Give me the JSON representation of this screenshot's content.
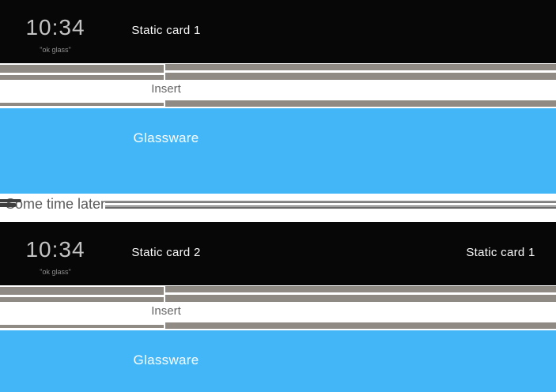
{
  "colors": {
    "card_black": "#070707",
    "bar_gray": "#8F8B84",
    "accent_blue": "#42B6F7",
    "divider_line": "#6A6A6A",
    "divider_dash": "#3E3E3E",
    "clock_text": "#C3C3C3",
    "hint_text": "#8E8E8E",
    "insert_text": "#666666",
    "divider_text": "#595959"
  },
  "sections": [
    {
      "clock": "10:34",
      "hint": "\"ok glass\"",
      "cards": [
        {
          "label": "Static card 1"
        }
      ],
      "insert_label": "Insert",
      "glassware_label": "Glassware"
    },
    {
      "clock": "10:34",
      "hint": "\"ok glass\"",
      "cards": [
        {
          "label": "Static card 2"
        },
        {
          "label": "Static card 1"
        }
      ],
      "insert_label": "Insert",
      "glassware_label": "Glassware"
    }
  ],
  "divider": {
    "text": "Some time later"
  }
}
